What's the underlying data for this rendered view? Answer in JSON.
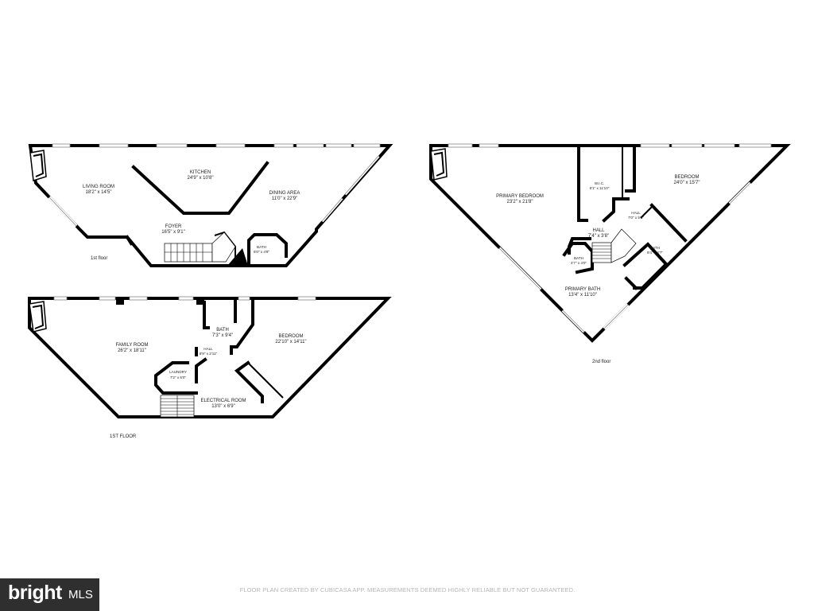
{
  "plans": {
    "top_left": {
      "floor_label": "1st floor",
      "rooms": [
        {
          "name": "LIVING ROOM",
          "dims": "18'2\" x 14'5\""
        },
        {
          "name": "KITCHEN",
          "dims": "24'9\" x 10'8\""
        },
        {
          "name": "DINING AREA",
          "dims": "11'0\" x 22'9\""
        },
        {
          "name": "FOYER",
          "dims": "16'5\" x 9'1\""
        },
        {
          "name": "BATH",
          "dims": "6'0\" x 4'8\""
        }
      ]
    },
    "bottom_left": {
      "floor_label": "1ST FLOOR",
      "rooms": [
        {
          "name": "FAMILY ROOM",
          "dims": "26'2\" x 18'11\""
        },
        {
          "name": "BATH",
          "dims": "7'3\" x 9'4\""
        },
        {
          "name": "HALL",
          "dims": "8'9\" x 2'11\""
        },
        {
          "name": "BEDROOM",
          "dims": "22'10\" x 14'11\""
        },
        {
          "name": "LAUNDRY",
          "dims": "7'2\" x 5'0\""
        },
        {
          "name": "ELECTRICAL ROOM",
          "dims": "13'0\" x 6'9\""
        }
      ]
    },
    "right": {
      "floor_label": "2nd floor",
      "rooms": [
        {
          "name": "PRIMARY BEDROOM",
          "dims": "23'2\" x 21'8\""
        },
        {
          "name": "W.I.C.",
          "dims": "6'1\" x 11'10\""
        },
        {
          "name": "BEDROOM",
          "dims": "24'0\" x 15'7\""
        },
        {
          "name": "HALL",
          "dims": "7'0\" x 5'3\""
        },
        {
          "name": "HALL",
          "dims": "7'4\" x 3'8\""
        },
        {
          "name": "BATH",
          "dims": "4'7\" x 4'0\""
        },
        {
          "name": "BATH",
          "dims": "9'4\" x 4'7\""
        },
        {
          "name": "PRIMARY BATH",
          "dims": "13'4\" x 11'10\""
        }
      ]
    }
  },
  "footer_text": "FLOOR PLAN CREATED BY CUBICASA APP. MEASUREMENTS DEEMED HIGHLY RELIABLE BUT NOT GUARANTEED.",
  "logo": {
    "text": "bright",
    "suffix": "MLS",
    "color": "#2f2f2f"
  },
  "colors": {
    "wall": "#000000",
    "background": "#ffffff",
    "footer": "#b5b5b5"
  }
}
